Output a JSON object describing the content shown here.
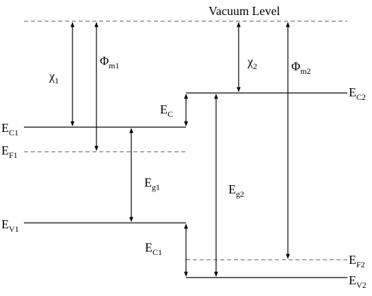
{
  "title": "Vacuum Level",
  "labels": {
    "chi1": {
      "main": "χ",
      "sub": "1"
    },
    "phi_m1": {
      "main": "Φ",
      "sub": "m1"
    },
    "chi2": {
      "main": "χ",
      "sub": "2"
    },
    "phi_m2": {
      "main": "Φ",
      "sub": "m2"
    },
    "delta_ec": {
      "main": "E",
      "sub": "C"
    },
    "ec1_left": {
      "main": "E",
      "sub": "C1"
    },
    "ef1": {
      "main": "E",
      "sub": "F1"
    },
    "eg1": {
      "main": "E",
      "sub": "g1"
    },
    "ev1": {
      "main": "E",
      "sub": "V1"
    },
    "eg2": {
      "main": "E",
      "sub": "g2"
    },
    "ec2": {
      "main": "E",
      "sub": "C2"
    },
    "delta_ev": {
      "main": "E",
      "sub": "C1"
    },
    "ef2": {
      "main": "E",
      "sub": "F2"
    },
    "ev2": {
      "main": "E",
      "sub": "V2"
    }
  },
  "colors": {
    "line": "#000000",
    "dashed": "#777777"
  }
}
